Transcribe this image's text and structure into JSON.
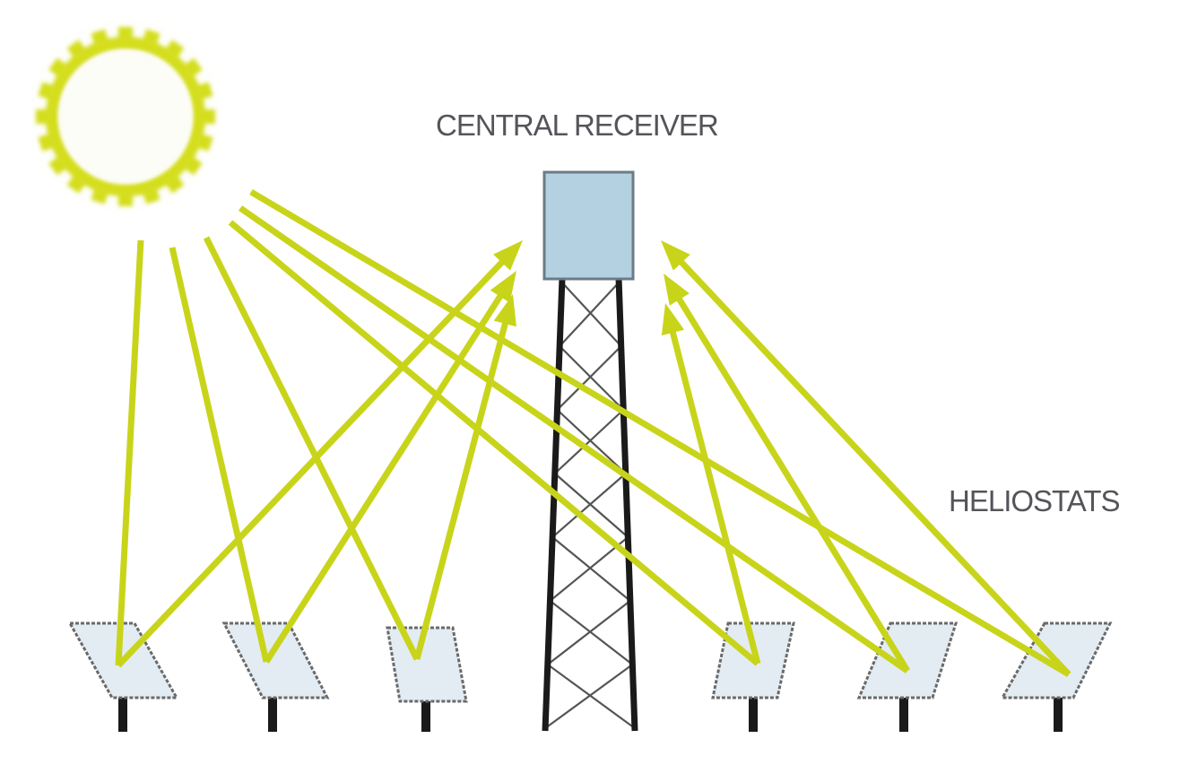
{
  "diagram": {
    "title": "Central receiver solar power tower",
    "labels": {
      "receiver": "CENTRAL RECEIVER",
      "heliostats": "HELIOSTATS"
    },
    "components": {
      "sun": "sun-icon",
      "receiver": "central-receiver",
      "tower": "lattice-tower",
      "heliostat_count": 6
    },
    "colors": {
      "ray": "#c8d41a",
      "sun": "#d4de1c",
      "receiver_fill": "#b3d1e0",
      "receiver_stroke": "#6b7b87",
      "mirror_fill": "#e3ecf3",
      "mirror_stroke": "#6a6a6a",
      "tower": "#1a1a1a",
      "post": "#1a1a1a",
      "text": "#55545a"
    }
  }
}
